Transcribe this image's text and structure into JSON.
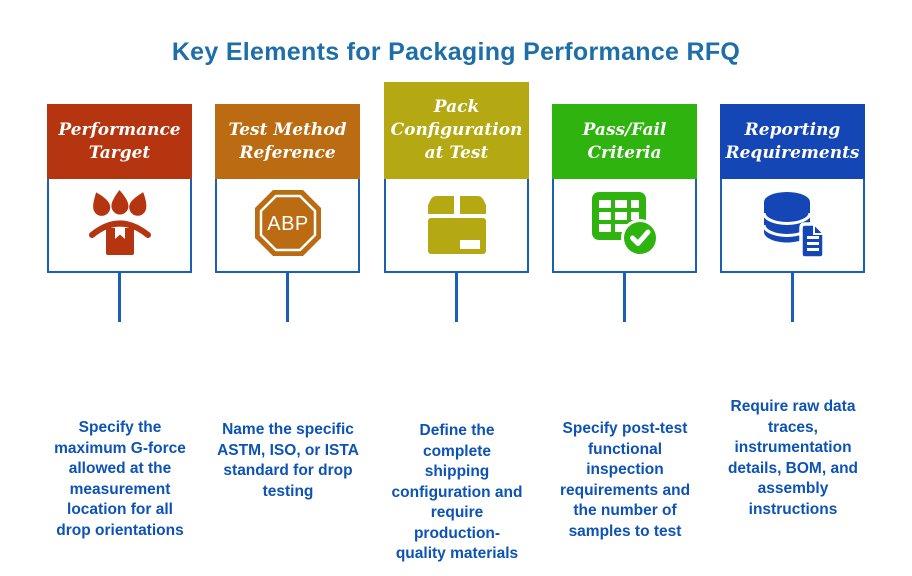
{
  "palette": {
    "bg": "#ffffff",
    "title-blue": "#1e6ea8",
    "text-blue": "#0d53b5",
    "line-blue": "#1a5fb2"
  },
  "title": "Key Elements for Packaging Performance RFQ",
  "columns": [
    {
      "name": "performance-target",
      "title": "Performance\nTarget",
      "accent": "#b43510",
      "icon": "box-drop-impact-icon",
      "description": "Specify the\nmaximum G-force\nallowed at the\nmeasurement\nlocation for all\ndrop orientations"
    },
    {
      "name": "test-method-reference",
      "title": "Test Method\nReference",
      "accent": "#bb6b12",
      "icon": "abp-stop-octagon-icon",
      "icon_label": "ABP",
      "description": "Name the specific\nASTM, ISO, or ISTA\nstandard for drop\ntesting"
    },
    {
      "name": "pack-configuration-at-test",
      "title": "Pack\nConfiguration\nat Test",
      "accent": "#b4a913",
      "icon": "shipping-box-icon",
      "description": "Define the\ncomplete\nshipping\nconfiguration and\nrequire\nproduction-\nquality materials"
    },
    {
      "name": "pass-fail-criteria",
      "title": "Pass/Fail\nCriteria",
      "accent": "#2fb30f",
      "icon": "table-checkmark-icon",
      "description": "Specify post-test\nfunctional\ninspection\nrequirements and\nthe number of\nsamples to test"
    },
    {
      "name": "reporting-requirements",
      "title": "Reporting\nRequirements",
      "accent": "#1546b6",
      "icon": "database-report-icon",
      "description": "Require raw data\ntraces,\ninstrumentation\ndetails, BOM, and\nassembly\ninstructions"
    }
  ]
}
